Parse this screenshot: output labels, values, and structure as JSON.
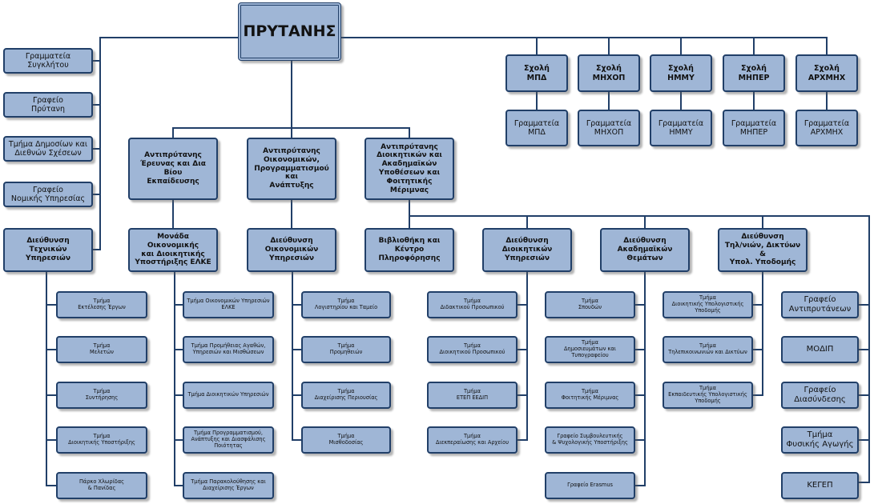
{
  "rector": "ΠΡΥΤΑΝΗΣ",
  "left_offices": [
    "Γραμματεία\nΣυγκλήτου",
    "Γραφείο\nΠρύτανη",
    "Τμήμα Δημοσίων και\nΔιεθνών Σχέσεων",
    "Γραφείο\nΝομικής Υπηρεσίας"
  ],
  "technical_directorate": "Διεύθυνση\nΤεχνικών Υπηρεσιών",
  "schools": [
    "Σχολή\nΜΠΔ",
    "Σχολή\nΜΗΧΟΠ",
    "Σχολή\nΗΜΜΥ",
    "Σχολή\nΜΗΠΕΡ",
    "Σχολή\nΑΡΧΜΗΧ"
  ],
  "school_secretariats": [
    "Γραμματεία\nΜΠΔ",
    "Γραμματεία\nΜΗΧΟΠ",
    "Γραμματεία\nΗΜΜΥ",
    "Γραμματεία\nΜΗΠΕΡ",
    "Γραμματεία\nΑΡΧΜΗΧ"
  ],
  "vice_rectors": [
    "Αντιπρύτανης\nΈρευνας και Δια Βίου\nΕκπαίδευσης",
    "Αντιπρύτανης\nΟικονομικών,\nΠρογραμματισμού και\nΑνάπτυξης",
    "Αντιπρύτανης\nΔιοικητικών και\nΑκαδημαϊκών\nΥποθέσεων και\nΦοιτητικής Μέριμνας"
  ],
  "directorates": [
    "Μονάδα Οικονομικής\nκαι Διοικητικής\nΥποστήριξης ΕΛΚΕ",
    "Διεύθυνση\nΟικονομικών\nΥπηρεσιών",
    "Βιβλιοθήκη και Κέντρο\nΠληροφόρησης",
    "Διεύθυνση\nΔιοικητικών\nΥπηρεσιών",
    "Διεύθυνση\nΑκαδημαϊκών\nΘεμάτων",
    "Διεύθυνση\nΤηλ/νιών, Δικτύων &\nΥπολ. Υποδομής"
  ],
  "departments": {
    "technical": [
      "Τμήμα\nΕκτέλεσης Έργων",
      "Τμήμα\nΜελετών",
      "Τμήμα\nΣυντήρησης",
      "Τμήμα\nΔιοικητικής Υποστήριξης",
      "Πάρκο Χλωρίδας\n& Πανίδας"
    ],
    "elke": [
      "Τμήμα Οικονομικών Υπηρεσιών\nΕΛΚΕ",
      "Τμήμα Προμήθειας Αγαθών,\nΥπηρεσιών και Μισθώσεων",
      "Τμήμα Διοικητικών Υπηρεσιών",
      "Τμήμα Προγραμματισμού,\nΑνάπτυξης και Διασφάλισης\nΠοιότητας",
      "Τμήμα Παρακολούθησης και\nΔιαχείρισης Έργων"
    ],
    "financial": [
      "Τμήμα\nΛογιστηρίου και Ταμείο",
      "Τμήμα\nΠρομηθειών",
      "Τμήμα\nΔιαχείρισης Περιουσίας",
      "Τμήμα\nΜισθοδοσίας"
    ],
    "administrative": [
      "Τμήμα\nΔιδακτικού Προσωπικού",
      "Τμήμα\nΔιοικητικού Προσωπικού",
      "Τμήμα\nΕΤΕΠ ΕΕΔΙΠ",
      "Τμήμα\nΔιεκπεραίωσης και Αρχείου"
    ],
    "academic": [
      "Τμήμα\nΣπουδών",
      "Τμήμα\nΔημοσιευμάτων και\nΤυπογραφείου",
      "Τμήμα\nΦοιτητικής Μέριμνας",
      "Γραφείο Συμβουλευτικής\n& Ψυχολογικής Υποστήριξης",
      "Γραφείο Erasmus"
    ],
    "it": [
      "Τμήμα\nΔιοικητικής Υπολογιστικής\nΥποδομής",
      "Τμήμα\nΤηλεπικοινωνιών και Δικτύων",
      "Τμήμα\nΕκπαιδευτικής Υπολογιστικής\nΥποδομής"
    ],
    "other": [
      "Γραφείο\nΑντιπρυτάνεων",
      "ΜΟΔΙΠ",
      "Γραφείο\nΔιασύνδεσης",
      "Τμήμα\nΦυσικής Αγωγής",
      "ΚΕΓΕΠ"
    ]
  }
}
